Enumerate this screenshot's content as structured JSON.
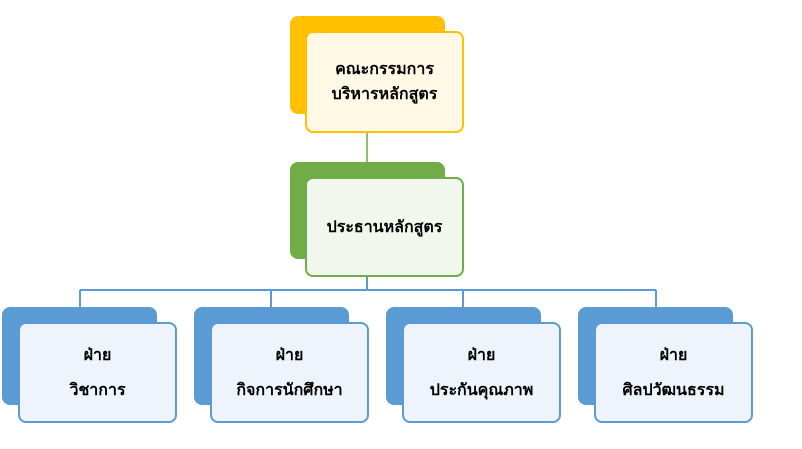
{
  "colors": {
    "top_accent": "#ffc000",
    "middle_accent": "#70ad47",
    "unit_accent": "#5b9bd5"
  },
  "top_box": {
    "line1": "คณะกรรมการ",
    "line2": "บริหารหลักสูตร"
  },
  "middle_box": {
    "label": "ประธานหลักสูตร"
  },
  "units": [
    {
      "line1": "ฝ่าย",
      "line2": "วิชาการ"
    },
    {
      "line1": "ฝ่าย",
      "line2": "กิจการนักศึกษา"
    },
    {
      "line1": "ฝ่าย",
      "line2": "ประกันคุณภาพ"
    },
    {
      "line1": "ฝ่าย",
      "line2": "ศิลปวัฒนธรรม"
    }
  ]
}
